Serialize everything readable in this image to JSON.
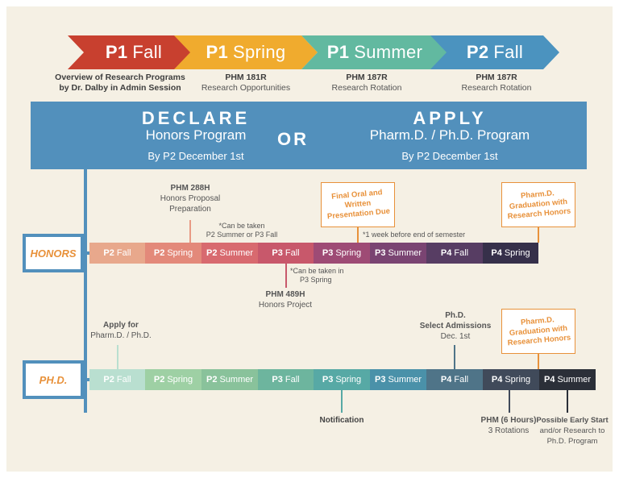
{
  "phases": [
    {
      "bold": "P1",
      "rest": "Fall",
      "color": "#c8402f"
    },
    {
      "bold": "P1",
      "rest": "Spring",
      "color": "#f0ab2e"
    },
    {
      "bold": "P1",
      "rest": "Summer",
      "color": "#62b9a0"
    },
    {
      "bold": "P2",
      "rest": "Fall",
      "color": "#4b93bf"
    }
  ],
  "phase_notes": [
    {
      "l1": "Overview of Research Programs",
      "l2": "by Dr. Dalby in Admin Session"
    },
    {
      "l1": "PHM 181R",
      "l2": "Research Opportunities"
    },
    {
      "l1": "PHM 187R",
      "l2": "Research Rotation"
    },
    {
      "l1": "PHM 187R",
      "l2": "Research Rotation"
    }
  ],
  "banner": {
    "declare_title": "DECLARE",
    "declare_sub": "Honors Program",
    "declare_date": "By P2 December 1st",
    "or": "OR",
    "apply_title": "APPLY",
    "apply_sub": "Pharm.D. / Ph.D. Program",
    "apply_date": "By P2 December 1st"
  },
  "honors": {
    "label": "HONORS",
    "segments": [
      {
        "bold": "P2",
        "rest": "Fall",
        "color": "#e8a88c"
      },
      {
        "bold": "P2",
        "rest": "Spring",
        "color": "#e3897a"
      },
      {
        "bold": "P2",
        "rest": "Summer",
        "color": "#d86a6f"
      },
      {
        "bold": "P3",
        "rest": "Fall",
        "color": "#c8586b"
      },
      {
        "bold": "P3",
        "rest": "Spring",
        "color": "#9e4b75"
      },
      {
        "bold": "P3",
        "rest": "Summer",
        "color": "#7a4472"
      },
      {
        "bold": "P4",
        "rest": "Fall",
        "color": "#573d63"
      },
      {
        "bold": "P4",
        "rest": "Spring",
        "color": "#36304a"
      }
    ],
    "phm288_title": "PHM 288H",
    "phm288_l1": "Honors Proposal",
    "phm288_l2": "Preparation",
    "phm288_note_l1": "*Can be taken",
    "phm288_note_l2": "P2 Summer or P3 Fall",
    "final_box": "Final Oral and Written Presentation Due",
    "final_note": "*1 week before end of semester",
    "grad_box": "Pharm.D. Graduation with Research Honors",
    "phm489_note_l1": "*Can be taken in",
    "phm489_note_l2": "P3 Spring",
    "phm489_title": "PHM 489H",
    "phm489_sub": "Honors Project"
  },
  "phd": {
    "label": "PH.D.",
    "segments": [
      {
        "bold": "P2",
        "rest": "Fall",
        "color": "#b9dfd0"
      },
      {
        "bold": "P2",
        "rest": "Spring",
        "color": "#9ed0a4"
      },
      {
        "bold": "P2",
        "rest": "Summer",
        "color": "#89c29b"
      },
      {
        "bold": "P3",
        "rest": "Fall",
        "color": "#6db59e"
      },
      {
        "bold": "P3",
        "rest": "Spring",
        "color": "#57a9a5"
      },
      {
        "bold": "P3",
        "rest": "Summer",
        "color": "#4a91a9"
      },
      {
        "bold": "P4",
        "rest": "Fall",
        "color": "#4f7488"
      },
      {
        "bold": "P4",
        "rest": "Spring",
        "color": "#404a5a"
      },
      {
        "bold": "P4",
        "rest": "Summer",
        "color": "#2b2f38"
      }
    ],
    "apply_l1": "Apply for",
    "apply_l2": "Pharm.D. / Ph.D.",
    "select_l1": "Ph.D.",
    "select_l2": "Select Admissions",
    "select_l3": "Dec. 1st",
    "grad_box": "Pharm.D. Graduation with Research Honors",
    "notification": "Notification",
    "phm_l1": "PHM (6 Hours)",
    "phm_l2": "3 Rotations",
    "early_l1": "Possible Early Start",
    "early_l2": "and/or Research to",
    "early_l3": "Ph.D. Program"
  }
}
